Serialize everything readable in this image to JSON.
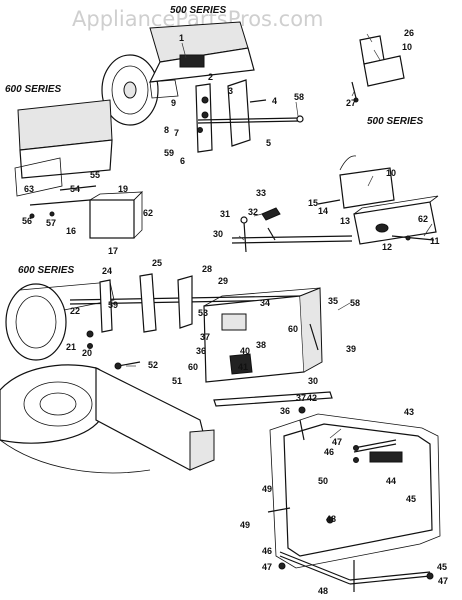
{
  "watermark": "AppliancePartsPros.com",
  "series_labels": {
    "s500_top": "500 SERIES",
    "s600_left": "600 SERIES",
    "s500_right": "500 SERIES",
    "s600_mid": "600 SERIES"
  },
  "callouts": [
    {
      "id": "c1",
      "text": "1"
    },
    {
      "id": "c2",
      "text": "2"
    },
    {
      "id": "c3",
      "text": "3"
    },
    {
      "id": "c4",
      "text": "4"
    },
    {
      "id": "c5",
      "text": "5"
    },
    {
      "id": "c6",
      "text": "6"
    },
    {
      "id": "c7",
      "text": "7"
    },
    {
      "id": "c8",
      "text": "8"
    },
    {
      "id": "c9",
      "text": "9"
    },
    {
      "id": "c10a",
      "text": "10"
    },
    {
      "id": "c10b",
      "text": "10"
    },
    {
      "id": "c11",
      "text": "11"
    },
    {
      "id": "c12",
      "text": "12"
    },
    {
      "id": "c13",
      "text": "13"
    },
    {
      "id": "c14",
      "text": "14"
    },
    {
      "id": "c15",
      "text": "15"
    },
    {
      "id": "c16",
      "text": "16"
    },
    {
      "id": "c17",
      "text": "17"
    },
    {
      "id": "c19",
      "text": "19"
    },
    {
      "id": "c20",
      "text": "20"
    },
    {
      "id": "c21",
      "text": "21"
    },
    {
      "id": "c22",
      "text": "22"
    },
    {
      "id": "c24",
      "text": "24"
    },
    {
      "id": "c25",
      "text": "25"
    },
    {
      "id": "c26",
      "text": "26"
    },
    {
      "id": "c27",
      "text": "27"
    },
    {
      "id": "c28",
      "text": "28"
    },
    {
      "id": "c29",
      "text": "29"
    },
    {
      "id": "c30a",
      "text": "30"
    },
    {
      "id": "c30b",
      "text": "30"
    },
    {
      "id": "c31",
      "text": "31"
    },
    {
      "id": "c32",
      "text": "32"
    },
    {
      "id": "c33",
      "text": "33"
    },
    {
      "id": "c34",
      "text": "34"
    },
    {
      "id": "c35",
      "text": "35"
    },
    {
      "id": "c36a",
      "text": "36"
    },
    {
      "id": "c36b",
      "text": "36"
    },
    {
      "id": "c37a",
      "text": "37"
    },
    {
      "id": "c37b",
      "text": "37"
    },
    {
      "id": "c38",
      "text": "38"
    },
    {
      "id": "c39",
      "text": "39"
    },
    {
      "id": "c40",
      "text": "40"
    },
    {
      "id": "c41",
      "text": "41"
    },
    {
      "id": "c42",
      "text": "42"
    },
    {
      "id": "c43",
      "text": "43"
    },
    {
      "id": "c44",
      "text": "44"
    },
    {
      "id": "c45",
      "text": "45"
    },
    {
      "id": "c45b",
      "text": "45"
    },
    {
      "id": "c46a",
      "text": "46"
    },
    {
      "id": "c46b",
      "text": "46"
    },
    {
      "id": "c47a",
      "text": "47"
    },
    {
      "id": "c47b",
      "text": "47"
    },
    {
      "id": "c47c",
      "text": "47"
    },
    {
      "id": "c48a",
      "text": "48"
    },
    {
      "id": "c48b",
      "text": "48"
    },
    {
      "id": "c49a",
      "text": "49"
    },
    {
      "id": "c49b",
      "text": "49"
    },
    {
      "id": "c50",
      "text": "50"
    },
    {
      "id": "c51",
      "text": "51"
    },
    {
      "id": "c52",
      "text": "52"
    },
    {
      "id": "c53",
      "text": "53"
    },
    {
      "id": "c54",
      "text": "54"
    },
    {
      "id": "c55",
      "text": "55"
    },
    {
      "id": "c56",
      "text": "56"
    },
    {
      "id": "c57",
      "text": "57"
    },
    {
      "id": "c58a",
      "text": "58"
    },
    {
      "id": "c58b",
      "text": "58"
    },
    {
      "id": "c59a",
      "text": "59"
    },
    {
      "id": "c59b",
      "text": "59"
    },
    {
      "id": "c60a",
      "text": "60"
    },
    {
      "id": "c60b",
      "text": "60"
    },
    {
      "id": "c62a",
      "text": "62"
    },
    {
      "id": "c62b",
      "text": "62"
    },
    {
      "id": "c63",
      "text": "63"
    }
  ]
}
